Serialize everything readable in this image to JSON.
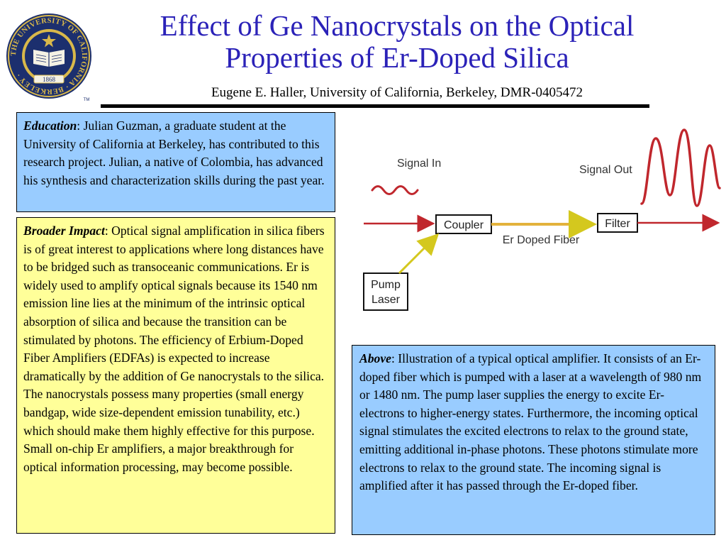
{
  "header": {
    "title_line1": "Effect of Ge Nanocrystals on the Optical",
    "title_line2": "Properties of Er-Doped Silica",
    "byline": "Eugene E. Haller, University of California, Berkeley, DMR-0405472"
  },
  "seal": {
    "ring_text": "THE UNIVERSITY OF CALIFORNIA · BERKELEY ·",
    "year": "1868",
    "mark": "TM",
    "colors": {
      "navy": "#1c2f6e",
      "gold": "#d9b84a"
    }
  },
  "education": {
    "lead": "Education",
    "text": ": Julian Guzman, a graduate student at the University of California at Berkeley, has contributed to this research project.  Julian, a native of Colombia, has advanced his synthesis and characterization skills during the past year."
  },
  "impact": {
    "lead": "Broader Impact",
    "text": ": Optical signal amplification in silica fibers is of great interest to applications where long distances have to be bridged such as transoceanic communications.  Er is widely used to amplify optical signals because its 1540 nm emission line lies at the minimum of the intrinsic optical absorption of silica and because the transition can be stimulated by photons.  The efficiency of Erbium-Doped Fiber Amplifiers (EDFAs) is expected to increase dramatically by the addition of Ge nanocrystals to the silica. The nanocrystals possess many properties (small energy bandgap, wide size-dependent emission tunability, etc.) which should make them highly effective for this purpose.  Small on-chip Er amplifiers, a major breakthrough for optical information processing, may become possible."
  },
  "above": {
    "lead": "Above",
    "text": ": Illustration of a typical optical amplifier.  It consists of an Er-doped fiber which is pumped with a laser at a wavelength of 980 nm or 1480 nm. The pump laser supplies the energy to excite Er-electrons to higher-energy states.  Furthermore, the incoming optical signal stimulates the excited electrons to relax to the ground state, emitting additional in-phase photons.  These photons stimulate more electrons to relax to the ground state.  The incoming signal is amplified after it has passed through the Er-doped fiber."
  },
  "diagram": {
    "signal_in": "Signal In",
    "signal_out": "Signal Out",
    "coupler": "Coupler",
    "filter": "Filter",
    "fiber": "Er Doped Fiber",
    "pump_line1": "Pump",
    "pump_line2": "Laser",
    "colors": {
      "signal": "#c0272d",
      "fiber": "#e3b23c",
      "pump": "#d4c81e",
      "text": "#333333"
    }
  }
}
